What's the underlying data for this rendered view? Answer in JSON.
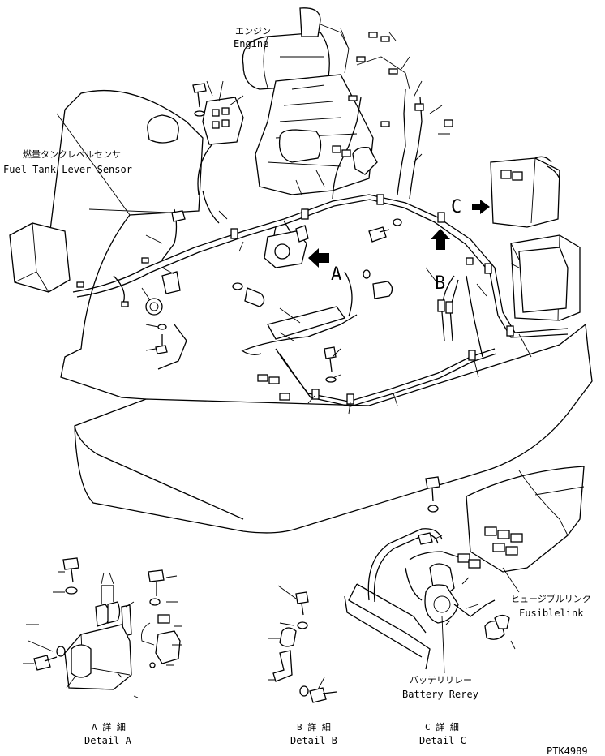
{
  "labels": {
    "engine_jp": "エンジン",
    "engine_en": "Engine",
    "fuel_jp": "燃量タンクレベルセンサ",
    "fuel_en": "Fuel Tank Lever Sensor",
    "fusible_jp": "ヒュージブルリンク",
    "fusible_en": "Fusiblelink",
    "relay_jp": "バッテリリレー",
    "relay_en": "Battery Rerey",
    "view_a": "A",
    "view_b": "B",
    "view_c": "C",
    "detail_a_jp": "A 詳 細",
    "detail_a_en": "Detail A",
    "detail_b_jp": "B 詳 細",
    "detail_b_en": "Detail B",
    "detail_c_jp": "C 詳 細",
    "detail_c_en": "Detail C",
    "part_number": "PTK4989"
  }
}
